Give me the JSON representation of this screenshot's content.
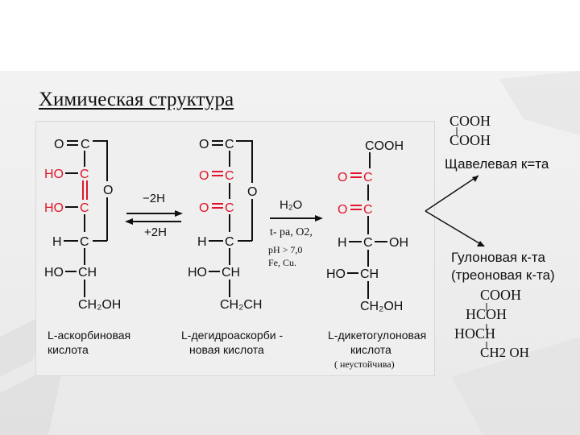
{
  "slide": {
    "title": "Химическая структура"
  },
  "colors": {
    "accent_red": "#e0162b",
    "ink": "#111111",
    "scan_bg": "#efefef"
  },
  "molecules": {
    "ascorbic": {
      "top_o": "O",
      "top_c": "C",
      "ho1": "HO",
      "c2": "C",
      "ho2": "HO",
      "c3": "C",
      "ring_o": "O",
      "h": "H",
      "c4": "C",
      "ho3": "HO",
      "ch": "CH",
      "ch2oh": "CH₂OH",
      "caption_line1": "L-аскорбиновая",
      "caption_line2": "кислота"
    },
    "dehydro": {
      "top_o": "O",
      "top_c": "C",
      "o2": "O",
      "c2": "C",
      "o3": "O",
      "c3": "C",
      "ring_o": "O",
      "h": "H",
      "c4": "C",
      "ho": "HO",
      "ch": "CH",
      "ch2ch": "CH₂CH",
      "caption_line1": "L-дегидроаскорби -",
      "caption_line2": "новая кислота"
    },
    "diketo": {
      "cooh": "COOH",
      "o2": "O",
      "c2": "C",
      "o3": "O",
      "c3": "C",
      "h": "H",
      "c4": "C",
      "oh": "OH",
      "ho": "HO",
      "ch": "CH",
      "ch2oh": "CH₂OH",
      "caption_line1": "L-дикетогулоновая",
      "caption_line2": "кислота",
      "note": "( неустойчива)"
    }
  },
  "reactions": {
    "minus_2h": "−2H",
    "plus_2h": "+2H",
    "water": "H₂O",
    "condition_line1": "t- ра, О2,",
    "condition_line2": "рН > 7,0",
    "condition_line3": "Fe, Cu."
  },
  "oxalic": {
    "line1": "COOH",
    "line2": "COOH",
    "name": "Щавелевая к=та"
  },
  "gulonic": {
    "name_line1": "Гулоновая к-та",
    "name_line2": "(треоновая к-та)",
    "line1": "COOH",
    "line2": "HCOH",
    "line3": "HOCH",
    "line4": "CH2 OH"
  }
}
